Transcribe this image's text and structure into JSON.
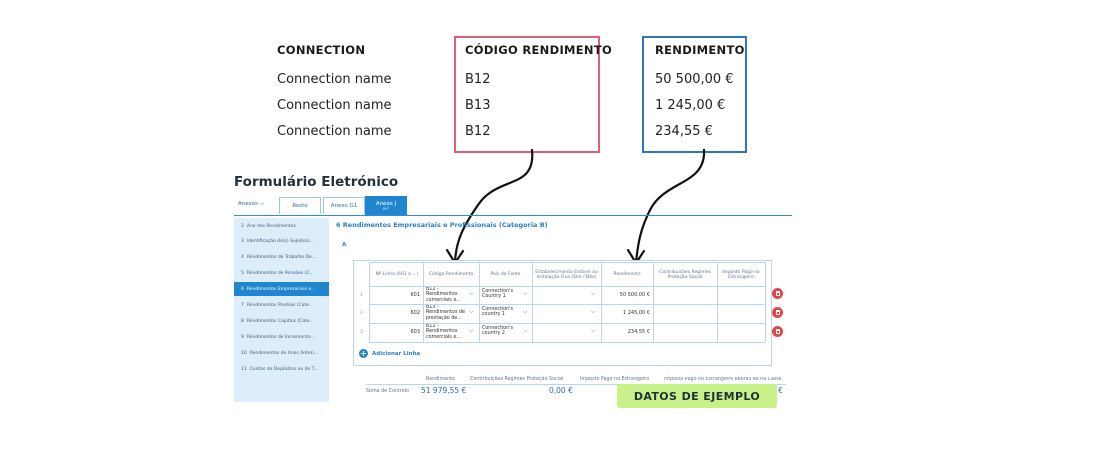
{
  "mapping": {
    "headers": {
      "connection": "CONNECTION",
      "codigo": "CÓDIGO RENDIMENTO",
      "rendimento": "RENDIMENTO"
    },
    "rows": [
      {
        "connection": "Connection name",
        "codigo": "B12",
        "rendimento": "50 500,00 €"
      },
      {
        "connection": "Connection name",
        "codigo": "B13",
        "rendimento": "1 245,00 €"
      },
      {
        "connection": "Connection name",
        "codigo": "B12",
        "rendimento": "234,55 €"
      }
    ],
    "colors": {
      "codigo_box": "#e35d77",
      "rendimento_box": "#2a77c0"
    }
  },
  "form": {
    "title": "Formulário Eletrónico",
    "tabs": {
      "anexos": "Anexos",
      "rosto": "Rosto",
      "anexo_g1": "Anexo G1",
      "anexo_j": "Anexo J",
      "anexo_j_sub": "N.º"
    },
    "sidebar": [
      {
        "num": "2",
        "label": "Ano dos Rendimentos"
      },
      {
        "num": "3",
        "label": "Identificação do(s) Sujeito(s..."
      },
      {
        "num": "4",
        "label": "Rendimentos de Trabalho De..."
      },
      {
        "num": "5",
        "label": "Rendimentos de Pensões (C..."
      },
      {
        "num": "6",
        "label": "Rendimentos Empresariais e..."
      },
      {
        "num": "7",
        "label": "Rendimentos Prediais (Cate..."
      },
      {
        "num": "8",
        "label": "Rendimentos Capitais (Cate..."
      },
      {
        "num": "9",
        "label": "Rendimentos de Incremento..."
      },
      {
        "num": "10",
        "label": "Rendimentos de Anos Anteri..."
      },
      {
        "num": "11",
        "label": "Contas de Depósitos ou de T..."
      }
    ],
    "section_title": "6  Rendimentos Empresariais e Profissionais (Categoria B)",
    "section_letter": "A",
    "columns": [
      "Nº Linha (601 a ...)",
      "Código Rendimento",
      "País da Fonte",
      "Estabelecimento Estável ou Instalação Fixa (Sim / Não)",
      "Rendimento",
      "Contribuições Regimes Proteção Social",
      "Imposto Pago no Estrangeiro"
    ],
    "rows": [
      {
        "idx": "1",
        "linha": "601",
        "codigo": "B12 - Rendimentos comerciais e...",
        "pais": "Connection's Country 1",
        "valor": "50 500,00 €"
      },
      {
        "idx": "2",
        "linha": "602",
        "codigo": "B13 - Rendimentos de prestação de...",
        "pais": "Connection's country 1",
        "valor": "1 245,00 €"
      },
      {
        "idx": "3",
        "linha": "603",
        "codigo": "B12 - Rendimentos comerciais e...",
        "pais": "Connection's country 2",
        "valor": "234,55 €"
      }
    ],
    "add_line": "Adicionar Linha",
    "footer": {
      "headers": [
        "Rendimento",
        "Contribuições Regimes Proteção Social",
        "Imposto Pago no Estrangeiro",
        "Imposto Pago no Estrangeiro Rebras Ro na Caste"
      ],
      "label": "Soma de Controlo",
      "values": [
        "51 979,55 €",
        "0,00 €",
        "€"
      ]
    }
  },
  "badge": "DATOS DE EJEMPLO"
}
